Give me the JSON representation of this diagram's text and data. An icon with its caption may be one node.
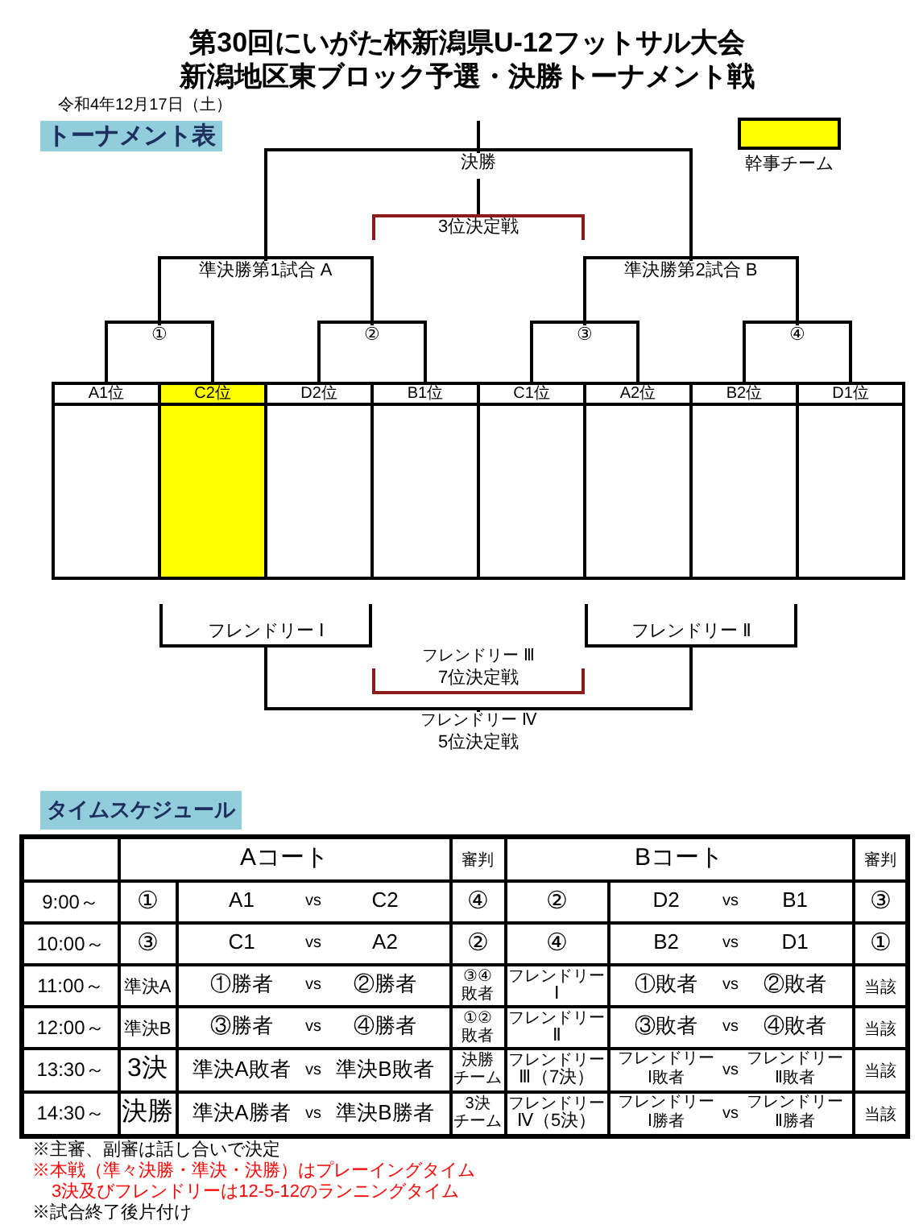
{
  "diagram": {
    "title": "第30回にいがた杯新潟県U-12フットサル大会",
    "nodes": [
      {
        "text": [
          "決勝"
        ]
      },
      {
        "text": [
          "3位決定戦"
        ]
      },
      {
        "text": [
          "準決勝第1試合 A"
        ]
      },
      {
        "text": [
          "準決勝第2試合 B"
        ]
      },
      {
        "text": [
          "①"
        ]
      },
      {
        "text": [
          "②"
        ]
      },
      {
        "text": [
          "③"
        ]
      },
      {
        "text": [
          "④"
        ]
      },
      {
        "text": [
          "A1位"
        ]
      },
      {
        "text": [
          "C2位"
        ]
      },
      {
        "text": [
          "D2位"
        ]
      },
      {
        "text": [
          "B1位"
        ]
      },
      {
        "text": [
          "C1位"
        ]
      },
      {
        "text": [
          "A2位"
        ]
      },
      {
        "text": [
          "B2位"
        ]
      },
      {
        "text": [
          "D1位"
        ]
      },
      {
        "text": [
          "フレンドリー Ⅰ"
        ]
      },
      {
        "text": [
          "フレンドリー Ⅱ"
        ]
      },
      {
        "text": [
          "フレンドリー Ⅲ",
          "7位決定戦"
        ]
      },
      {
        "text": [
          "フレンドリー Ⅳ",
          "5位決定戦"
        ]
      }
    ],
    "edges": [
      {
        "from": 8,
        "to": 4,
        "arrow": "none"
      },
      {
        "from": 9,
        "to": 4,
        "arrow": "none"
      },
      {
        "from": 10,
        "to": 5,
        "arrow": "none"
      },
      {
        "from": 11,
        "to": 5,
        "arrow": "none"
      },
      {
        "from": 12,
        "to": 6,
        "arrow": "none"
      },
      {
        "from": 13,
        "to": 6,
        "arrow": "none"
      },
      {
        "from": 14,
        "to": 7,
        "arrow": "none"
      },
      {
        "from": 15,
        "to": 7,
        "arrow": "none"
      },
      {
        "from": 4,
        "to": 2,
        "arrow": "none"
      },
      {
        "from": 5,
        "to": 2,
        "arrow": "none"
      },
      {
        "from": 6,
        "to": 3,
        "arrow": "none"
      },
      {
        "from": 7,
        "to": 3,
        "arrow": "none"
      },
      {
        "from": 2,
        "to": 0,
        "arrow": "none"
      },
      {
        "from": 3,
        "to": 0,
        "arrow": "none"
      },
      {
        "from": 0,
        "to": 1,
        "arrow": "none"
      },
      {
        "from": 16,
        "to": 19,
        "arrow": "none"
      },
      {
        "from": 17,
        "to": 19,
        "arrow": "none"
      }
    ],
    "labels": [
      "新潟地区東ブロック予選・決勝トーナメント戦",
      "令和4年12月17日（土）",
      "トーナメント表",
      "タイムスケジュール",
      "Aコート",
      "審判",
      "Bコート",
      "審判",
      "9:00～",
      "①",
      "A1",
      "vs",
      "C2",
      "④",
      "②",
      "D2",
      "vs",
      "B1",
      "③",
      "10:00～",
      "③",
      "C1",
      "vs",
      "A2",
      "②",
      "④",
      "B2",
      "vs",
      "D1",
      "①",
      "11:00～",
      "準決A",
      "①勝者",
      "vs",
      "②勝者",
      "③④",
      "敗者",
      "フレンドリー",
      "Ⅰ",
      "①敗者",
      "vs",
      "②敗者",
      "当該",
      "12:00～",
      "準決B",
      "③勝者",
      "vs",
      "④勝者",
      "①②",
      "敗者",
      "フレンドリー",
      "Ⅱ",
      "③敗者",
      "vs",
      "④敗者",
      "当該",
      "13:30～",
      "3決",
      "準決A敗者",
      "vs",
      "準決B敗者",
      "決勝",
      "チーム",
      "フレンドリー",
      "Ⅲ（7決）",
      "フレンドリーⅠ敗者",
      "vs",
      "フレンドリーⅡ敗者",
      "当該",
      "14:30～",
      "決勝",
      "準決A勝者",
      "vs",
      "準決B勝者",
      "3決",
      "チーム",
      "フレンドリー",
      "Ⅳ（5決）",
      "フレンドリーⅠ勝者",
      "vs",
      "フレンドリーⅡ勝者",
      "当該",
      "※主審、副審は話し合いで決定",
      "※本戦（準々決勝・準決・決勝）はプレーイングタイム",
      "3決及びフレンドリーは12-5-12のランニングタイム",
      "※試合終了後片付け"
    ],
    "legend": [
      {
        "text": "幹事チーム",
        "color": "#ffff00"
      }
    ]
  }
}
